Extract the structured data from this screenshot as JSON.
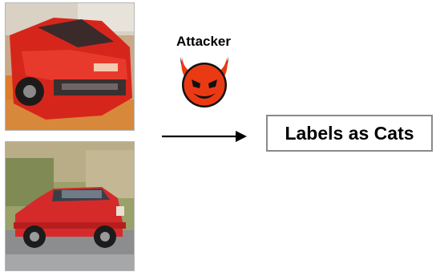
{
  "images": [
    {
      "icon": "red-sports-car-photo"
    },
    {
      "icon": "red-mini-car-photo"
    }
  ],
  "attacker": {
    "label": "Attacker",
    "icon": "devil-face-icon",
    "color": "#ea3a14"
  },
  "arrow": {
    "icon": "right-arrow-icon"
  },
  "result": {
    "label": "Labels as Cats"
  }
}
